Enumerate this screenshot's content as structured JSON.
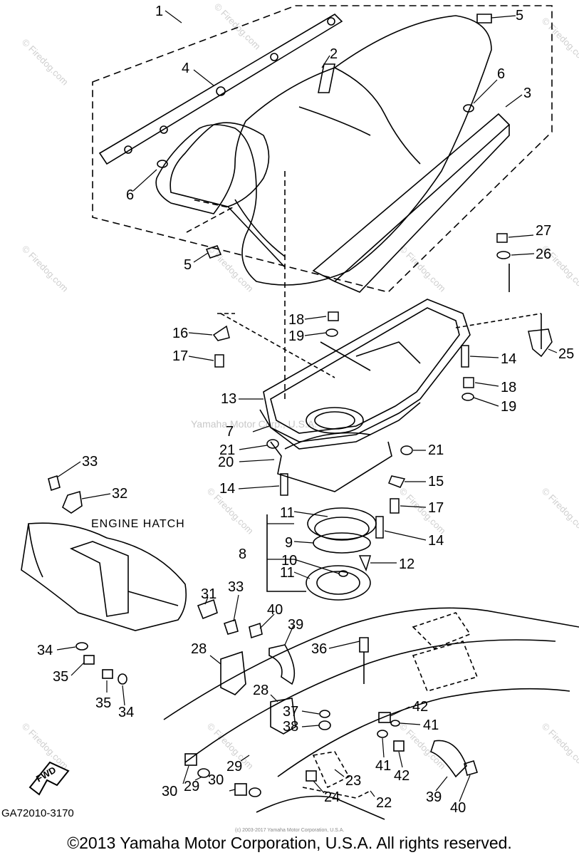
{
  "diagram": {
    "callouts": [
      "1",
      "2",
      "3",
      "4",
      "5",
      "6",
      "7",
      "8",
      "9",
      "10",
      "11",
      "12",
      "13",
      "14",
      "15",
      "16",
      "17",
      "18",
      "19",
      "20",
      "21",
      "22",
      "23",
      "24",
      "25",
      "26",
      "27",
      "28",
      "29",
      "30",
      "31",
      "32",
      "33",
      "34",
      "35",
      "36",
      "37",
      "38",
      "39",
      "40",
      "41",
      "42"
    ],
    "engine_hatch_label": "ENGINE HATCH",
    "fwd_label": "FWD",
    "drawing_code": "GA72010-3170",
    "watermark_center": "Yamaha Motor Corp., U.S.A.",
    "watermark_site": "© Firedog.com",
    "footer_small": "(c) 2003-2017 Yamaha Motor Corporation, U.S.A.",
    "copyright": "©2013 Yamaha Motor Corporation, U.S.A. All rights reserved."
  }
}
